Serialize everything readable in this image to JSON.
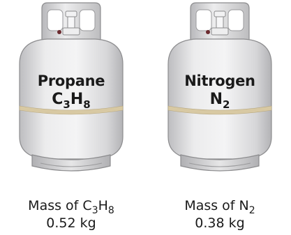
{
  "tanks": [
    {
      "name": "Propane",
      "formula": {
        "parts": [
          {
            "el": "C",
            "sub": "3"
          },
          {
            "el": "H",
            "sub": "8"
          }
        ]
      },
      "caption_prefix": "Mass of",
      "mass": "0.52 kg"
    },
    {
      "name": "Nitrogen",
      "formula": {
        "parts": [
          {
            "el": "N",
            "sub": "2"
          }
        ]
      },
      "caption_prefix": "Mass of",
      "mass": "0.38 kg"
    }
  ],
  "colors": {
    "tank_body": "#e6e6e7",
    "tank_shade": "#c9c9cb",
    "band": "#d8c9a3",
    "outline": "#8c8c8e",
    "text": "#1a1a1a"
  }
}
